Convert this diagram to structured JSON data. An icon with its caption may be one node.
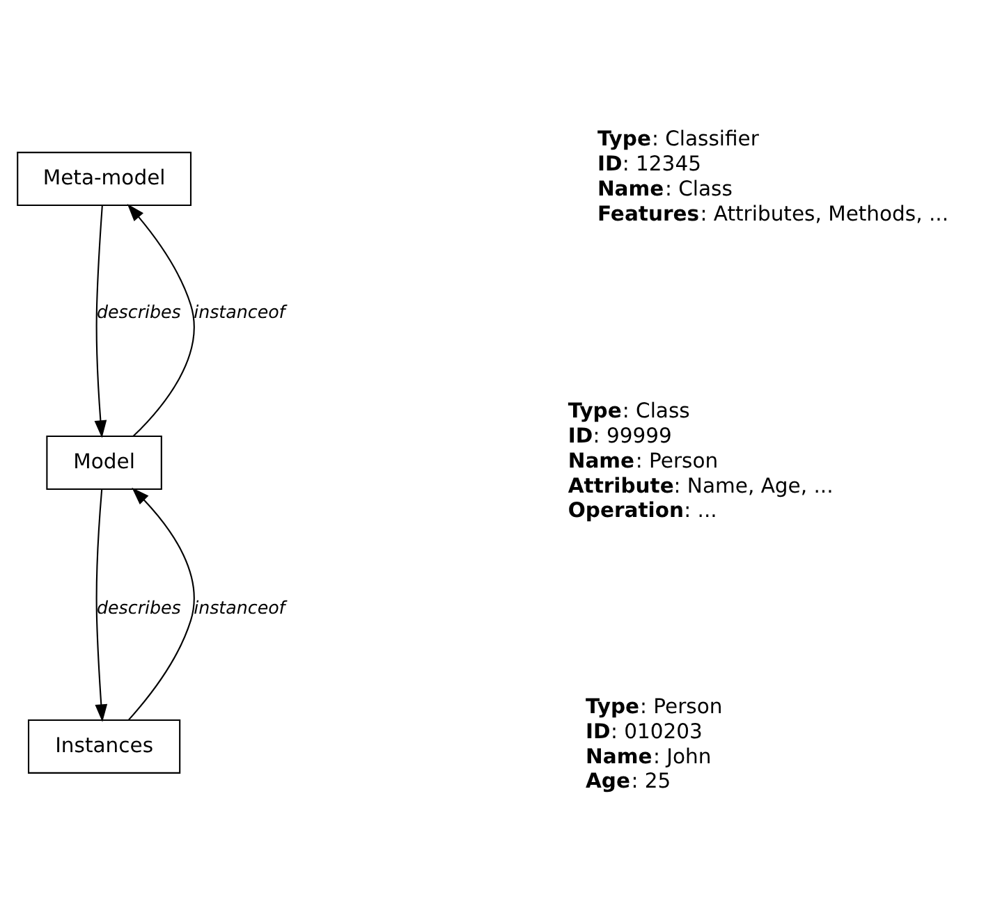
{
  "diagram": {
    "nodes": [
      {
        "text": [
          "Meta-model"
        ],
        "beside": [
          "**Type**: Classifier",
          "**ID**: 12345",
          "**Name**: Class",
          "**Features**: Attributes, Methods, ..."
        ]
      },
      {
        "text": [
          "Model"
        ],
        "beside": [
          "**Type**: Class",
          "**ID**: 99999",
          "**Name**: Person",
          "**Attribute**: Name, Age, ...",
          "**Operation**: ..."
        ]
      },
      {
        "text": [
          "Instances"
        ],
        "beside": [
          "**Type**: Person",
          "**ID**: 010203",
          "**Name**: John",
          "**Age**: 25"
        ]
      }
    ],
    "edges": [
      {
        "from": 0,
        "to": 1,
        "arrow": "to",
        "label": "describes"
      },
      {
        "from": 1,
        "to": 0,
        "arrow": "to",
        "label": "instanceof"
      },
      {
        "from": 1,
        "to": 2,
        "arrow": "to",
        "label": "describes"
      },
      {
        "from": 2,
        "to": 1,
        "arrow": "to",
        "label": "instanceof"
      }
    ]
  }
}
